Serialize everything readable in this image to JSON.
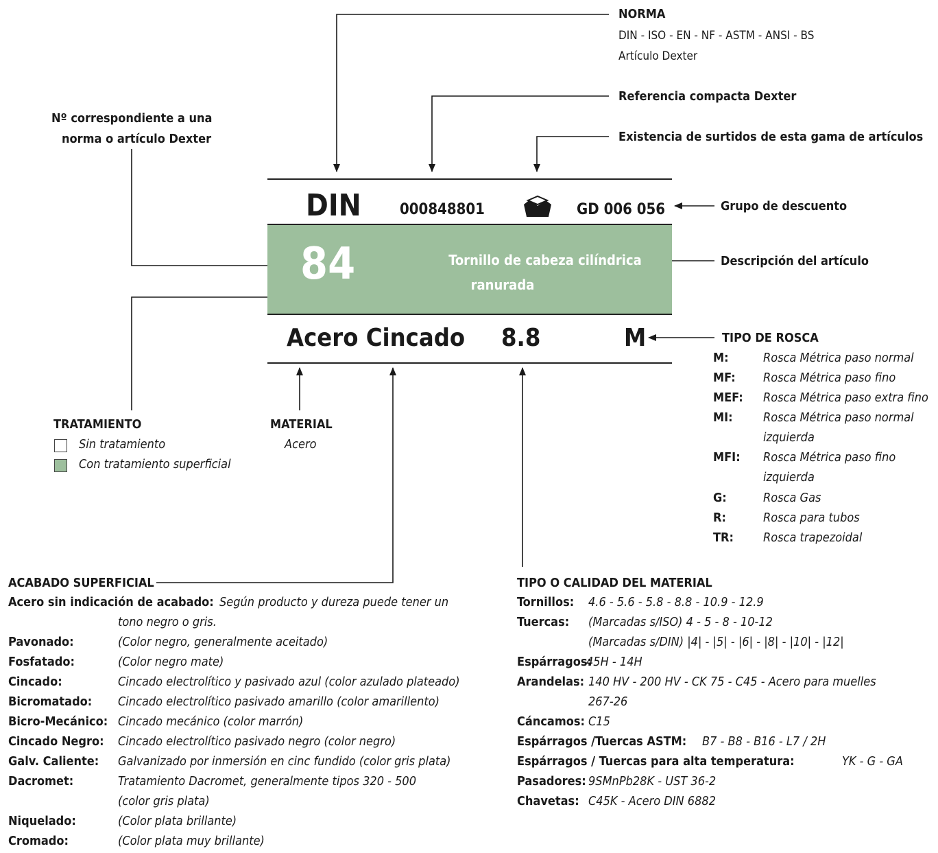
{
  "colors": {
    "green_band": "#9dbf9d",
    "line": "#222222"
  },
  "norma": {
    "title": "NORMA",
    "line1": "DIN - ISO - EN - NF - ASTM - ANSI - BS",
    "line2": "Artículo Dexter"
  },
  "referencia_label": "Referencia compacta Dexter",
  "surtidos_label": "Existencia de surtidos de esta gama de artículos",
  "numero_label": {
    "line1": "Nº correspondiente a una",
    "line2": "norma o artículo Dexter"
  },
  "descuento_label": "Grupo de descuento",
  "descripcion_label": "Descripción del artículo",
  "card": {
    "standard": "DIN",
    "reference": "000848801",
    "assortment_icon": "box-icon",
    "discount_group": "GD 006 056",
    "norm_number": "84",
    "description_line1": "Tornillo de cabeza cilíndrica",
    "description_line2": "ranurada",
    "material": "Acero Cincado",
    "grade": "8.8",
    "thread": "M"
  },
  "tratamiento": {
    "title": "TRATAMIENTO",
    "items": [
      "Sin tratamiento",
      "Con tratamiento superficial"
    ]
  },
  "material": {
    "title": "MATERIAL",
    "value": "Acero"
  },
  "tipo_rosca": {
    "title": "TIPO DE ROSCA",
    "items": [
      {
        "code": "M:",
        "desc": "Rosca Métrica paso normal"
      },
      {
        "code": "MF:",
        "desc": "Rosca Métrica paso fino"
      },
      {
        "code": "MEF:",
        "desc": "Rosca Métrica paso extra fino"
      },
      {
        "code": "MI:",
        "desc": "Rosca Métrica paso normal",
        "desc2": "izquierda"
      },
      {
        "code": "MFI:",
        "desc": "Rosca Métrica paso fino",
        "desc2": "izquierda"
      },
      {
        "code": "G:",
        "desc": "Rosca Gas"
      },
      {
        "code": "R:",
        "desc": "Rosca para tubos"
      },
      {
        "code": "TR:",
        "desc": "Rosca trapezoidal"
      }
    ]
  },
  "acabado": {
    "title": "ACABADO SUPERFICIAL",
    "items": [
      {
        "key": "Acero sin indicación de acabado:",
        "value": "Según producto y dureza puede tener un",
        "value2": "tono negro o gris."
      },
      {
        "key": "Pavonado:",
        "value": "(Color negro, generalmente aceitado)"
      },
      {
        "key": "Fosfatado:",
        "value": "(Color negro mate)"
      },
      {
        "key": "Cincado:",
        "value": "Cincado electrolítico y pasivado azul (color azulado plateado)"
      },
      {
        "key": "Bicromatado:",
        "value": "Cincado electrolítico pasivado amarillo (color amarillento)"
      },
      {
        "key": "Bicro-Mecánico:",
        "value": "Cincado mecánico (color marrón)"
      },
      {
        "key": "Cincado Negro:",
        "value": "Cincado electrolítico pasivado negro (color negro)"
      },
      {
        "key": "Galv. Caliente:",
        "value": "Galvanizado por inmersión en cinc fundido (color gris plata)"
      },
      {
        "key": "Dacromet:",
        "value": "Tratamiento Dacromet, generalmente tipos 320 - 500",
        "value2": "(color gris plata)"
      },
      {
        "key": "Niquelado:",
        "value": "(Color plata brillante)"
      },
      {
        "key": "Cromado:",
        "value": "(Color plata muy brillante)"
      }
    ]
  },
  "calidad": {
    "title": "TIPO O CALIDAD DEL MATERIAL",
    "items": [
      {
        "key": "Tornillos:",
        "value": "4.6 - 5.6 - 5.8 - 8.8 - 10.9 - 12.9"
      },
      {
        "key": "Tuercas:",
        "value": "(Marcadas s/ISO) 4 - 5 - 8 - 10-12",
        "value2": "(Marcadas s/DIN) |4| - |5| - |6| - |8| - |10| - |12|"
      },
      {
        "key": "Espárragos:",
        "value": "45H - 14H"
      },
      {
        "key": "Arandelas:",
        "value": "140 HV - 200 HV - CK 75 - C45 - Acero para muelles",
        "value2": "267-26"
      },
      {
        "key": "Cáncamos:",
        "value": "C15"
      },
      {
        "key": "Espárragos /Tuercas ASTM:",
        "value": "B7 - B8 -  B16 - L7 / 2H"
      },
      {
        "key": "Espárragos / Tuercas para alta temperatura:",
        "value": "YK - G - GA"
      },
      {
        "key": "Pasadores:",
        "value": "9SMnPb28K - UST 36-2"
      },
      {
        "key": "Chavetas:",
        "value": "C45K - Acero DIN 6882"
      }
    ]
  }
}
